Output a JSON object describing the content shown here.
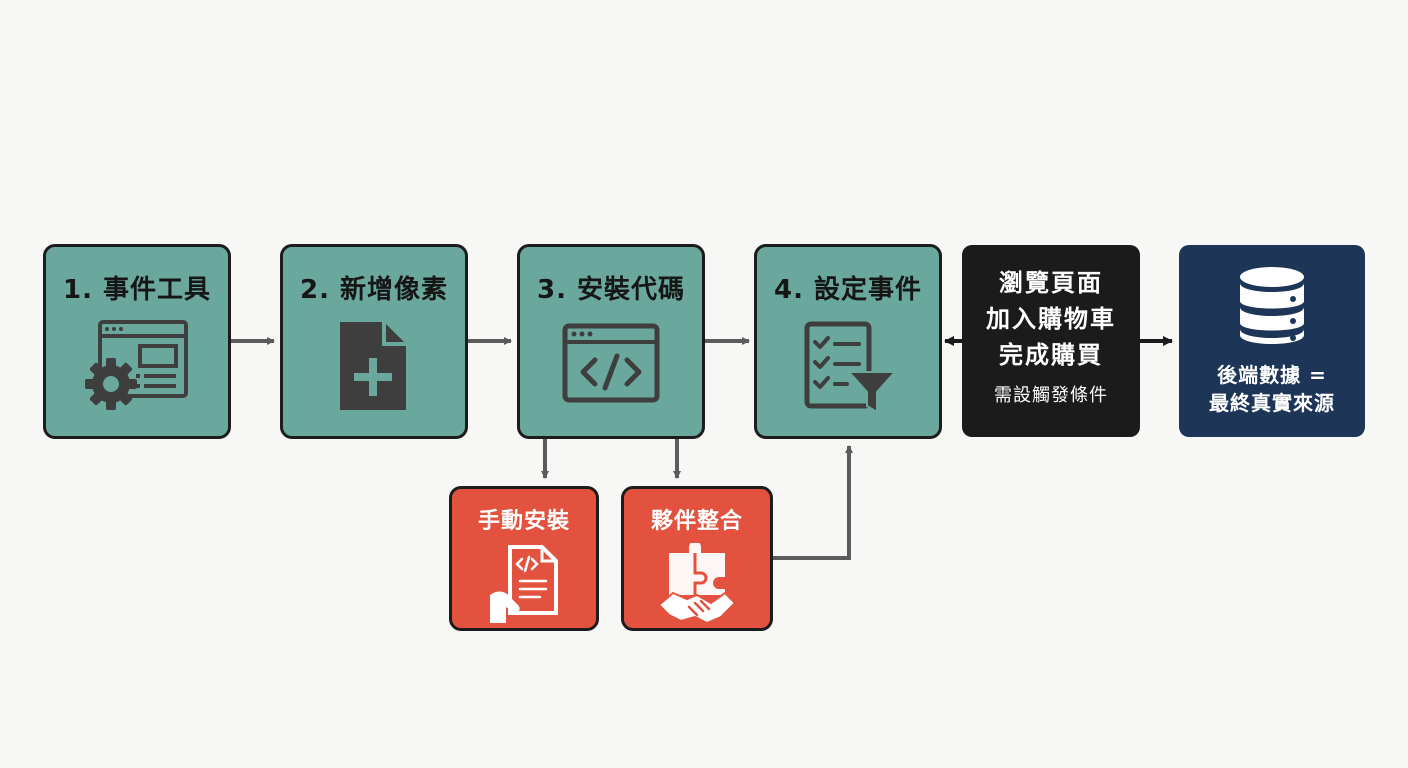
{
  "steps": [
    {
      "label": "1. 事件工具",
      "icon": "settings-window-icon"
    },
    {
      "label": "2. 新增像素",
      "icon": "add-file-icon"
    },
    {
      "label": "3. 安裝代碼",
      "icon": "code-window-icon"
    },
    {
      "label": "4. 設定事件",
      "icon": "checklist-filter-icon"
    }
  ],
  "methods": [
    {
      "label": "手動安裝",
      "icon": "manual-code-doc-icon"
    },
    {
      "label": "夥伴整合",
      "icon": "handshake-puzzle-icon"
    }
  ],
  "triggers": {
    "lines": [
      "瀏覽頁面",
      "加入購物車",
      "完成購買"
    ],
    "note": "需設觸發條件"
  },
  "backend": {
    "lines": [
      "後端數據 =",
      "最終真實來源"
    ],
    "icon": "database-icon"
  },
  "colors": {
    "step_fill": "#6aa89d",
    "method_fill": "#e2523f",
    "trigger_fill": "#1b1b1b",
    "backend_fill": "#1d3557",
    "connector": "#5c5c5c"
  }
}
